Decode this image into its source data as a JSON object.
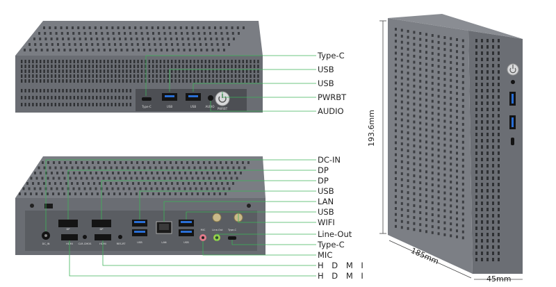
{
  "top_callouts": [
    "Type-C",
    "USB",
    "USB",
    "PWRBT",
    "AUDIO"
  ],
  "bottom_callouts": [
    "DC-IN",
    "DP",
    "DP",
    "USB",
    "LAN",
    "USB",
    "WIFI",
    "Line-Out",
    "Type-C",
    "MIC",
    "H D M I",
    "H D M I"
  ],
  "dimensions": {
    "height": "193.6mm",
    "depth": "185mm",
    "width": "45mm"
  },
  "front_panel_text": {
    "typec": "Type-C",
    "usb1": "USB",
    "usb2": "USB",
    "audio": "AUDIO",
    "pwrbt": "PWRBT"
  },
  "rear_panel_text": {
    "dc_in": "DC_IN",
    "dp1": "DP",
    "dp2": "DP",
    "clr_cmos": "CLR-CMOS",
    "res_rt": "RES-RT",
    "hdmi1": "HDMI",
    "hdmi2": "HDMI",
    "usb1": "USB",
    "lan": "LAN",
    "usb2": "USB",
    "mic": "MIC",
    "line_out": "Line-Out",
    "typec": "Type-C"
  },
  "colors": {
    "chassis": "#6d7076",
    "chassis_dark": "#55585d",
    "panel": "#4a4c51",
    "callout_line": "#3cb45a",
    "port_black": "#141414",
    "usb_blue": "#2a6fd6"
  }
}
